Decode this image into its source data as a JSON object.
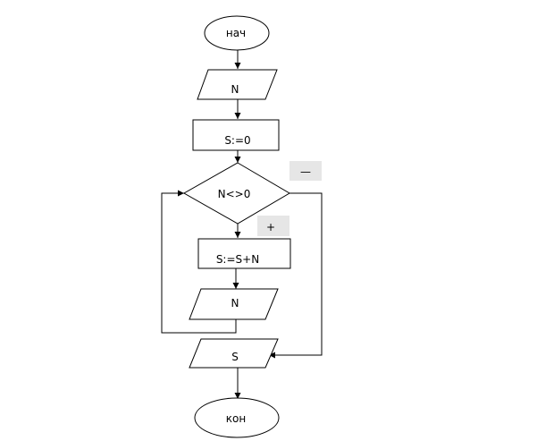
{
  "flowchart": {
    "start_label": "нач",
    "input_n_label": "N",
    "init_sum_label": "S:=0",
    "condition_label": "N<>0",
    "branch_no_label": "—",
    "branch_yes_label": "+",
    "accumulate_label": "S:=S+N",
    "input_n_loop_label": "N",
    "output_s_label": "S",
    "end_label": "кон"
  }
}
